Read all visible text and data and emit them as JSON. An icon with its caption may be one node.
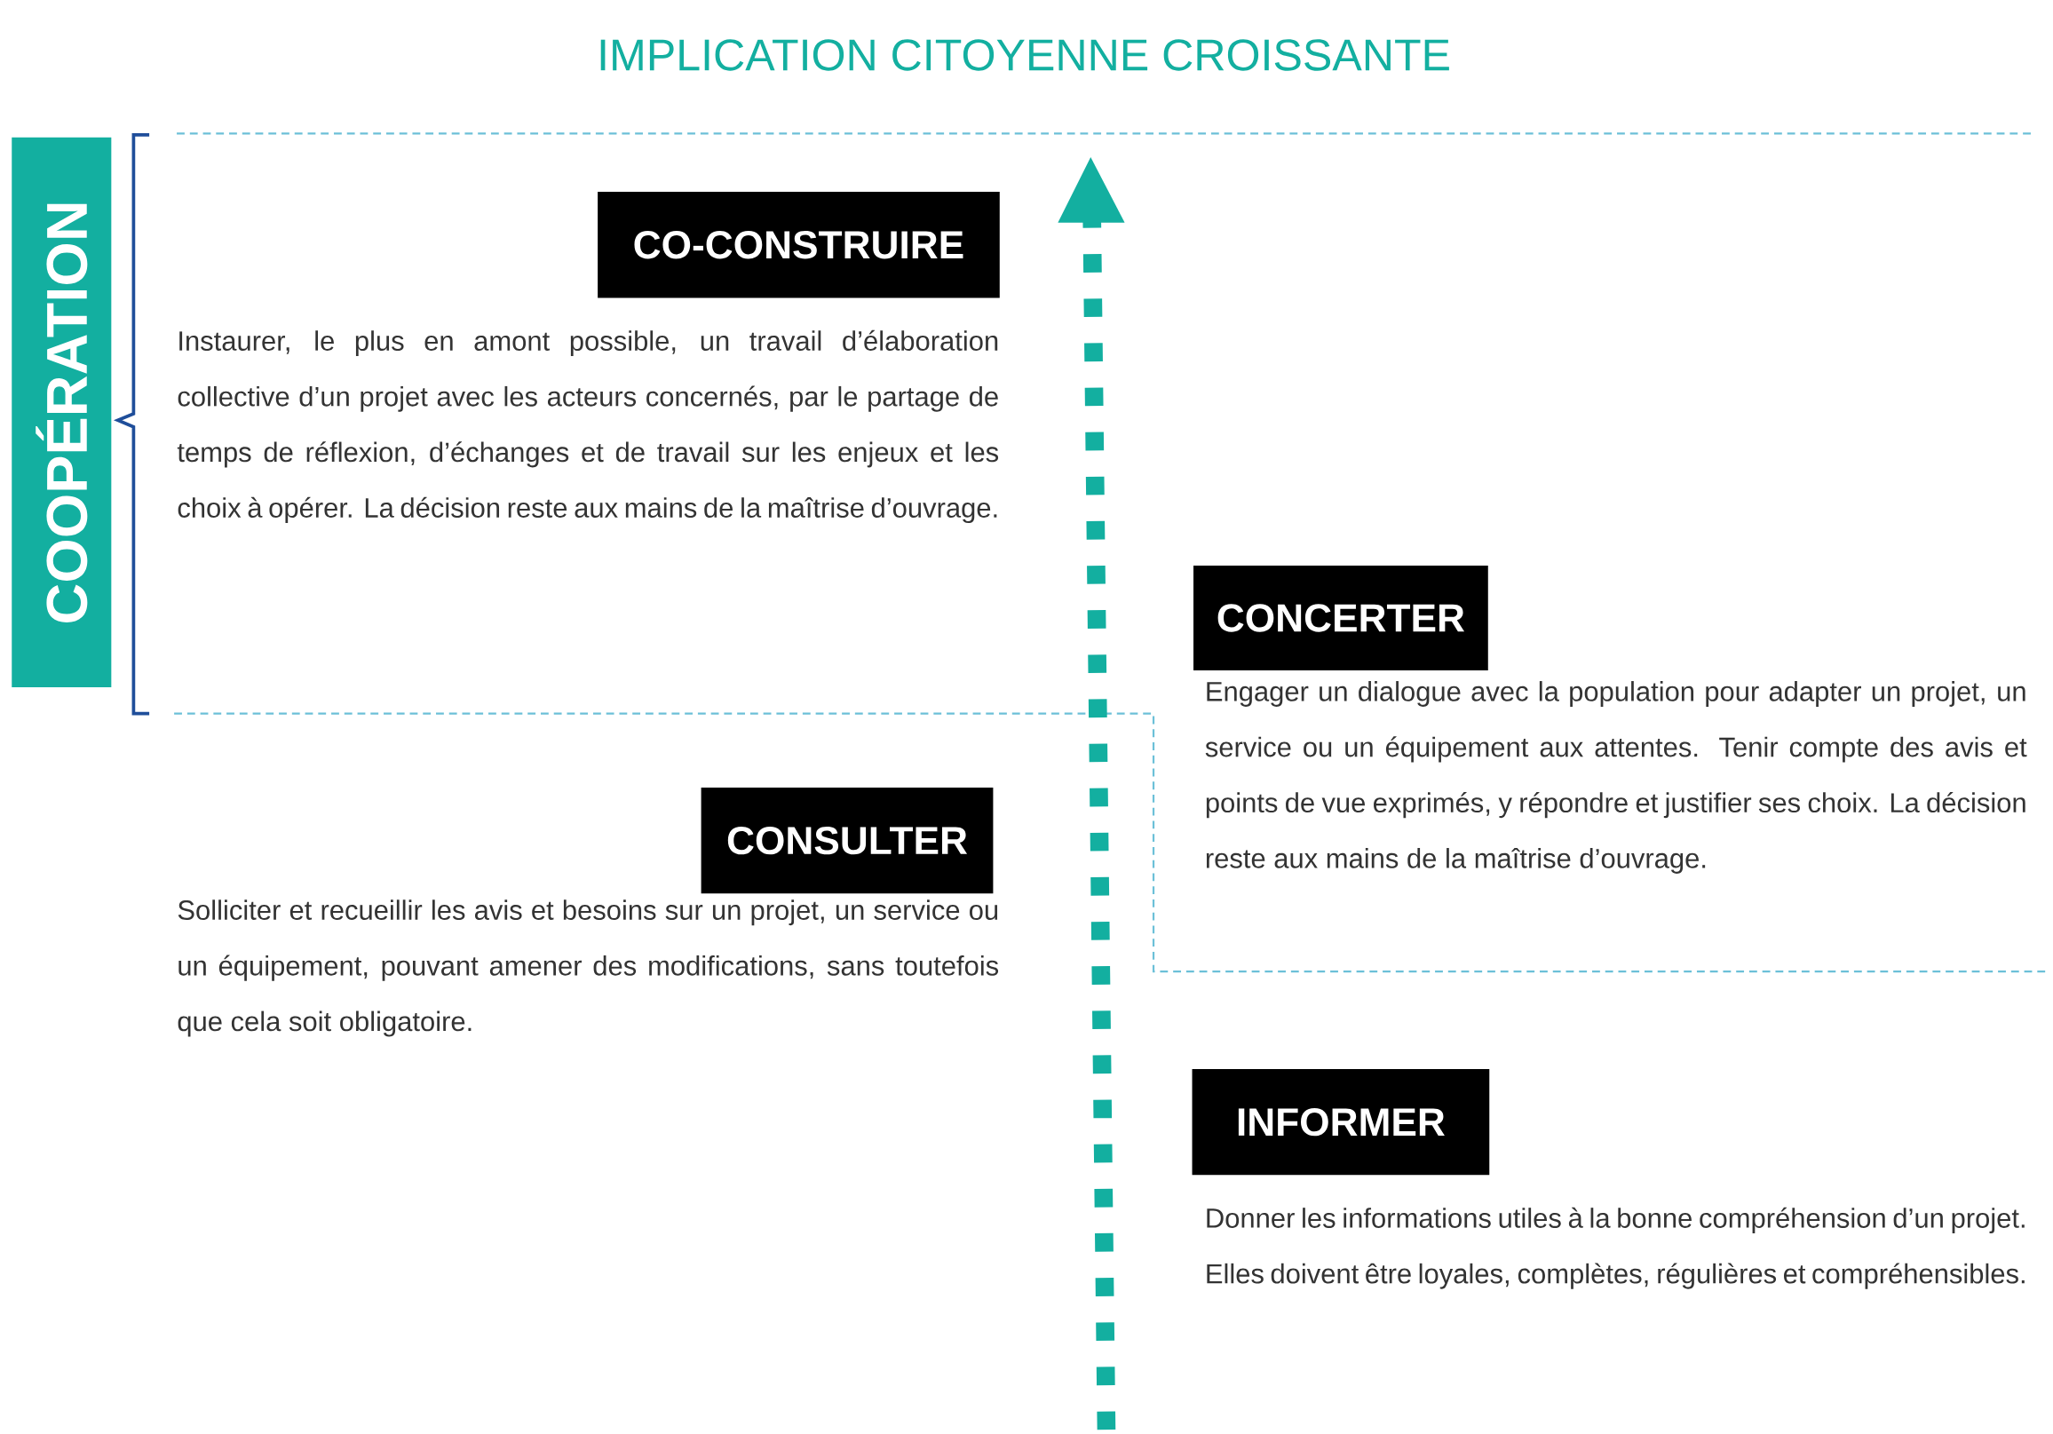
{
  "diagram": {
    "title": "IMPLICATION CITOYENNE CROISSANTE",
    "nodes": [
      {
        "text": [
          "COOPÉRATION"
        ]
      },
      {
        "text": [
          "CO-CONSTRUIRE"
        ],
        "beside": [
          "Instaurer, le plus en amont possible, un travail d’élaboration collective d’un projet avec les acteurs concernés, par le partage de temps de réflexion, d’échanges et de travail sur les enjeux et les choix à opérer. La décision reste aux mains de la maîtrise d’ouvrage."
        ]
      },
      {
        "text": [
          "CONCERTER"
        ],
        "beside": [
          "Engager un dialogue avec la population pour adapter un projet, un service ou un équipement aux attentes. Tenir compte des avis et points de vue exprimés, y répondre et justifier ses choix. La décision reste aux mains de la maîtrise d’ouvrage."
        ]
      },
      {
        "text": [
          "CONSULTER"
        ],
        "beside": [
          "Solliciter et recueillir les avis et besoins sur un projet, un service ou un équipement, pouvant amener des modifications, sans toutefois que cela soit obligatoire."
        ]
      },
      {
        "text": [
          "INFORMER"
        ],
        "beside": [
          "Donner les informations utiles à la bonne compréhension d’un projet. Elles doivent être loyales, complètes, régulières et compréhensibles."
        ]
      }
    ]
  }
}
